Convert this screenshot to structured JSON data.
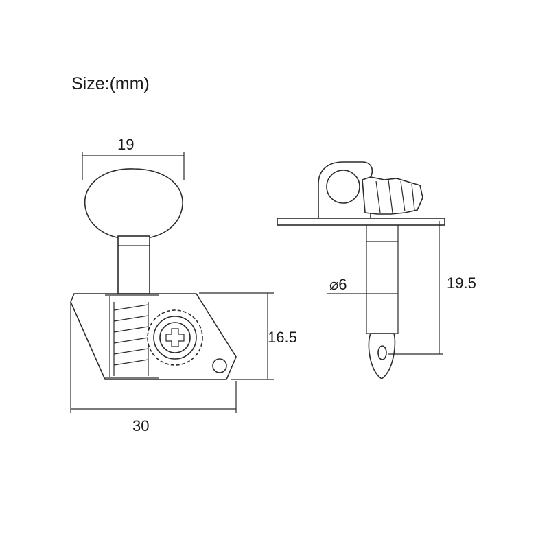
{
  "title": "Size:(mm)",
  "dimensions": {
    "knob_width": "19",
    "housing_height": "16.5",
    "total_length": "30",
    "post_diameter": "⌀6",
    "post_height": "19.5"
  },
  "colors": {
    "line": "#2b2b2b",
    "text": "#1a1a1a",
    "background": "#ffffff"
  }
}
